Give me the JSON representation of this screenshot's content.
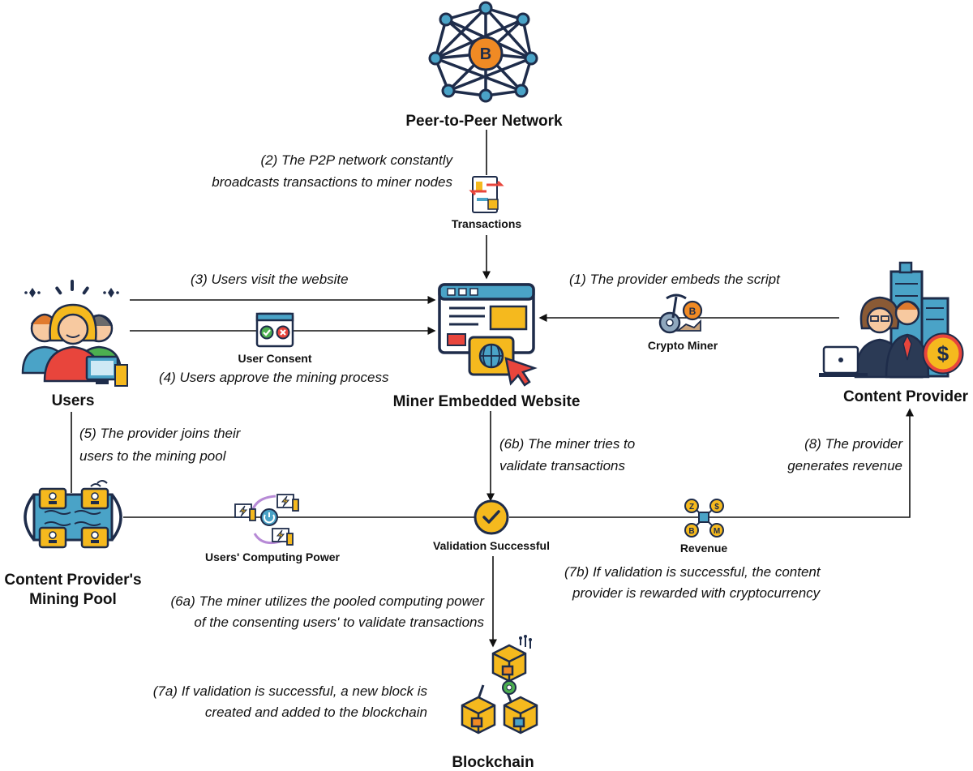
{
  "nodes": {
    "p2p": "Peer-to-Peer Network",
    "users": "Users",
    "website": "Miner Embedded Website",
    "provider": "Content Provider",
    "pool_line1": "Content Provider's",
    "pool_line2": "Mining Pool",
    "blockchain": "Blockchain"
  },
  "icon_labels": {
    "transactions": "Transactions",
    "consent": "User Consent",
    "crypto_miner": "Crypto Miner",
    "computing": "Users' Computing Power",
    "validation": "Validation Successful",
    "revenue": "Revenue"
  },
  "steps": {
    "s2_line1": "(2) The P2P network constantly",
    "s2_line2": "broadcasts transactions to miner nodes",
    "s3": "(3) Users visit the website",
    "s1": "(1) The provider embeds the script",
    "s4": "(4) Users approve the mining process",
    "s5_line1": "(5) The provider joins their",
    "s5_line2": "users to the mining pool",
    "s6b_line1": "(6b) The miner tries to",
    "s6b_line2": "validate transactions",
    "s8_line1": "(8) The provider",
    "s8_line2": "generates revenue",
    "s7b_line1": "(7b) If validation is successful, the content",
    "s7b_line2": "provider is rewarded with cryptocurrency",
    "s6a_line1": "(6a) The miner utilizes the pooled computing power",
    "s6a_line2": "of the consenting users' to validate transactions",
    "s7a_line1": "(7a) If validation is successful, a new block is",
    "s7a_line2": "created and added to the blockchain"
  },
  "icons": {
    "bitcoin_symbol": "B",
    "dollar_symbol": "$",
    "coin_symbols": [
      "Z",
      "$",
      "B",
      "M"
    ]
  },
  "colors": {
    "gold": "#f5b91e",
    "orange": "#f08a24",
    "teal_blue": "#4aa3c7",
    "dark_navy": "#1e2c4a",
    "red": "#e8453c",
    "green": "#4caf50",
    "arrows": "#111111"
  }
}
